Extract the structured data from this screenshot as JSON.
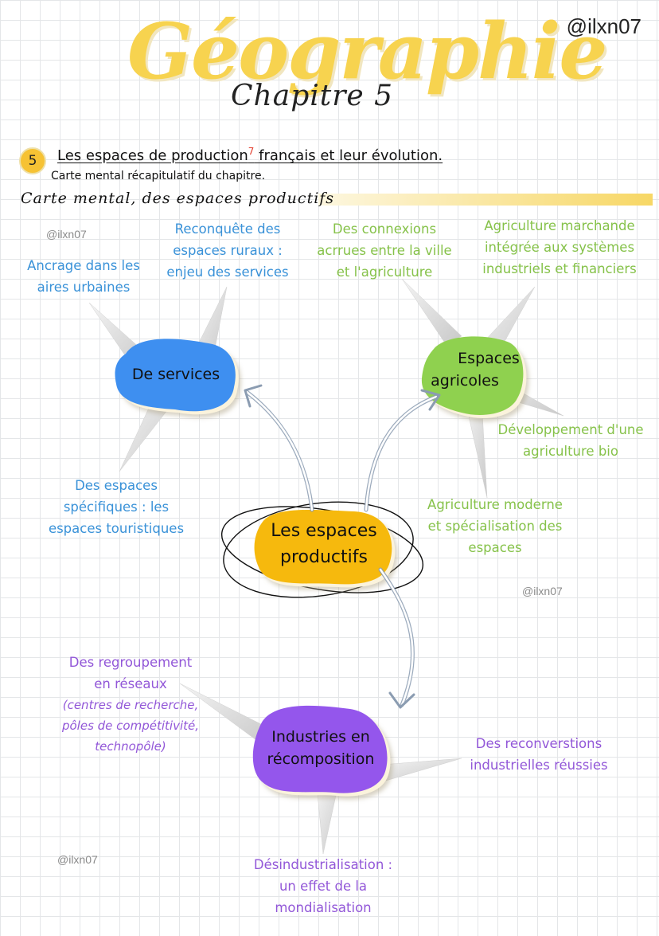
{
  "header": {
    "title": "Géographie",
    "subtitle": "Chapitre 5",
    "handle": "@ilxn07"
  },
  "chapter": {
    "number": "5",
    "title": "Les espaces de production",
    "title_sup": "7",
    "title_end": " français et leur évolution.",
    "description": "Carte mental récapitulatif du chapitre.",
    "section_heading": "Carte mental, des espaces productifs"
  },
  "watermarks": [
    "@ilxn07",
    "@ilxn07",
    "@ilxn07"
  ],
  "map": {
    "center": {
      "label_line1": "Les espaces",
      "label_line2": "productifs",
      "color": "#f6b90d"
    },
    "services": {
      "label": "De services",
      "color": "#3e8ff0",
      "text_color": "#3a92d8",
      "branches": [
        {
          "lines": [
            "Ancrage dans les",
            "aires urbaines"
          ]
        },
        {
          "lines": [
            "Reconquête des",
            "espaces ruraux :",
            "enjeu des services"
          ]
        },
        {
          "lines": [
            "Des espaces",
            "spécifiques : les",
            "espaces touristiques"
          ]
        }
      ]
    },
    "agricoles": {
      "label_line1": "Espaces",
      "label_line2": "agricoles",
      "color": "#8fd14f",
      "text_color": "#86c24a",
      "branches": [
        {
          "lines": [
            "Des connexions",
            "acrrues entre la ville",
            "et l'agriculture"
          ]
        },
        {
          "lines": [
            "Agriculture marchande",
            "intégrée aux systèmes",
            "industriels et financiers"
          ]
        },
        {
          "lines": [
            "Développement d'une",
            "agriculture bio"
          ]
        },
        {
          "lines": [
            "Agriculture moderne",
            "et spécialisation des",
            "espaces"
          ]
        }
      ]
    },
    "industries": {
      "label_line1": "Industries en",
      "label_line2": "récomposition",
      "color": "#9456ec",
      "text_color": "#9257d8",
      "branches": [
        {
          "lines": [
            "Des regroupement",
            "en réseaux"
          ],
          "italic_lines": [
            "(centres de recherche,",
            "pôles de compétitivité,",
            "technopôle)"
          ]
        },
        {
          "lines": [
            "Des reconverstions",
            "industrielles réussies"
          ]
        },
        {
          "lines": [
            "Désindustrialisation :",
            "un effet de la",
            "mondialisation"
          ]
        }
      ]
    }
  }
}
